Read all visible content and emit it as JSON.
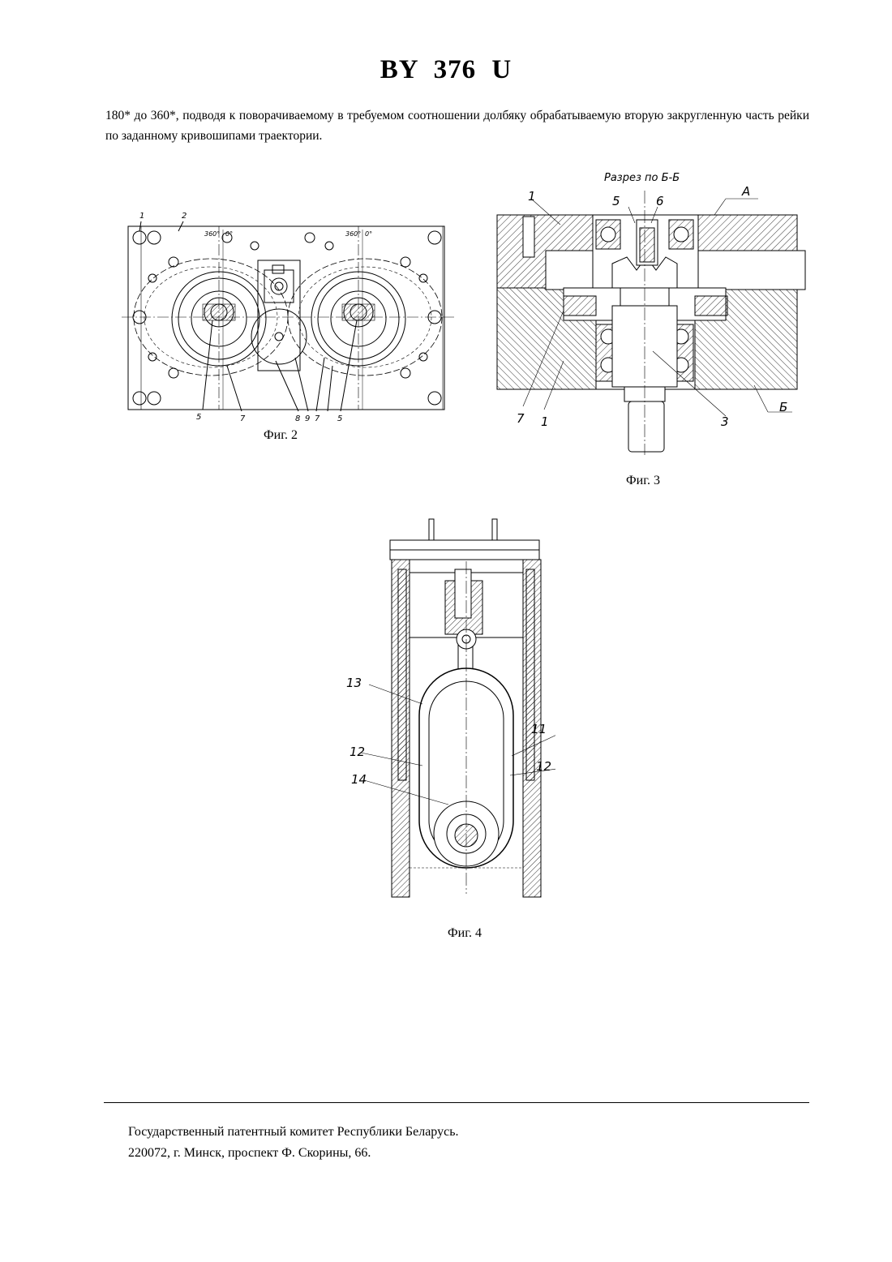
{
  "header": {
    "title": "BY 376 U"
  },
  "body": {
    "paragraph": "180* до 360*, подводя к поворачиваемому в требуемом соотношении долбяку обрабатываемую вторую закругленную часть рейки по заданному кривошипами траектории."
  },
  "figures": {
    "fig2": {
      "caption": "Фиг. 2",
      "labels": {
        "n1": "1",
        "n2": "2",
        "a360_l": "360°",
        "a0_l": "0°",
        "a360_r": "360°",
        "a0_r": "0°",
        "b5l": "5",
        "b7l": "7",
        "b8": "8",
        "b9": "9",
        "b7r": "7",
        "b5r": "5"
      }
    },
    "fig3": {
      "caption": "Фиг. 3",
      "section_title": "Разрез по Б-Б",
      "labels": {
        "n1": "1",
        "n5": "5",
        "n6": "6",
        "A": "А",
        "n7": "7",
        "n1b": "1",
        "n3": "3",
        "B": "Б"
      }
    },
    "fig4": {
      "caption": "Фиг. 4",
      "labels": {
        "n13": "13",
        "n11": "11",
        "n12l": "12",
        "n12r": "12",
        "n14": "14"
      }
    }
  },
  "footer": {
    "line1": "Государственный патентный комитет Республики Беларусь.",
    "line2": "220072, г. Минск, проспект Ф. Скорины, 66."
  }
}
